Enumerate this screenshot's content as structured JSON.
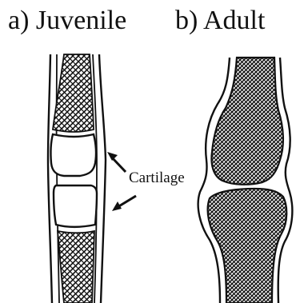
{
  "labels": {
    "juvenile": "a) Juvenile",
    "adult": "b) Adult",
    "cartilage": "Cartilage"
  },
  "colors": {
    "ink": "#111111",
    "background": "#ffffff"
  }
}
